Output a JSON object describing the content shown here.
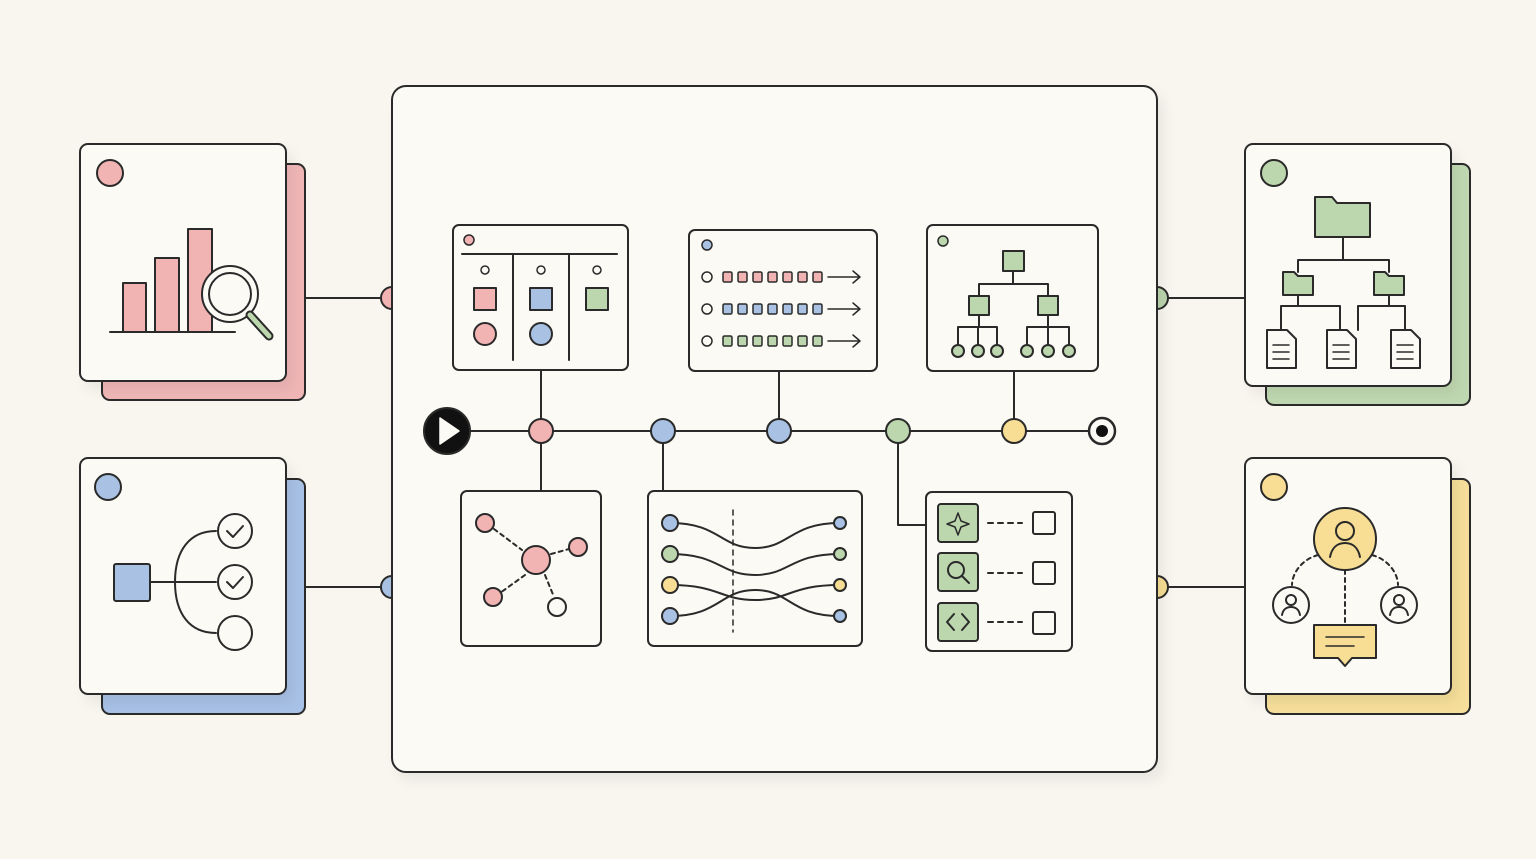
{
  "colors": {
    "background": "#f8f6ee",
    "panel": "#fbfaf5",
    "stroke": "#2a2a2a",
    "red": "#f2b3b3",
    "blue": "#a9c2e3",
    "green": "#bcd6ae",
    "yellow": "#f7de94",
    "redBack": "#f0b6b6",
    "blueBack": "#a8c1e6",
    "greenBack": "#c0d8b1",
    "yellowBack": "#f6df9a"
  },
  "side_cards": [
    {
      "id": "analytics",
      "accent": "red",
      "icon": "bar-chart-magnifier-icon"
    },
    {
      "id": "branching",
      "accent": "blue",
      "icon": "branch-checklist-icon"
    },
    {
      "id": "files",
      "accent": "green",
      "icon": "folder-tree-icon"
    },
    {
      "id": "people",
      "accent": "yellow",
      "icon": "user-hierarchy-icon"
    }
  ],
  "main_flow": {
    "start_icon": "play-icon",
    "end_icon": "stop-target-icon",
    "timeline_nodes": [
      "red",
      "blue",
      "blue",
      "green",
      "yellow"
    ],
    "modules": [
      {
        "id": "kanban",
        "icon": "kanban-board-icon"
      },
      {
        "id": "queues",
        "icon": "queue-rows-icon"
      },
      {
        "id": "hierarchy",
        "icon": "org-tree-icon"
      },
      {
        "id": "graph",
        "icon": "network-graph-icon"
      },
      {
        "id": "routing",
        "icon": "routing-lines-icon"
      },
      {
        "id": "tools",
        "icon": "tool-list-icon"
      }
    ]
  }
}
